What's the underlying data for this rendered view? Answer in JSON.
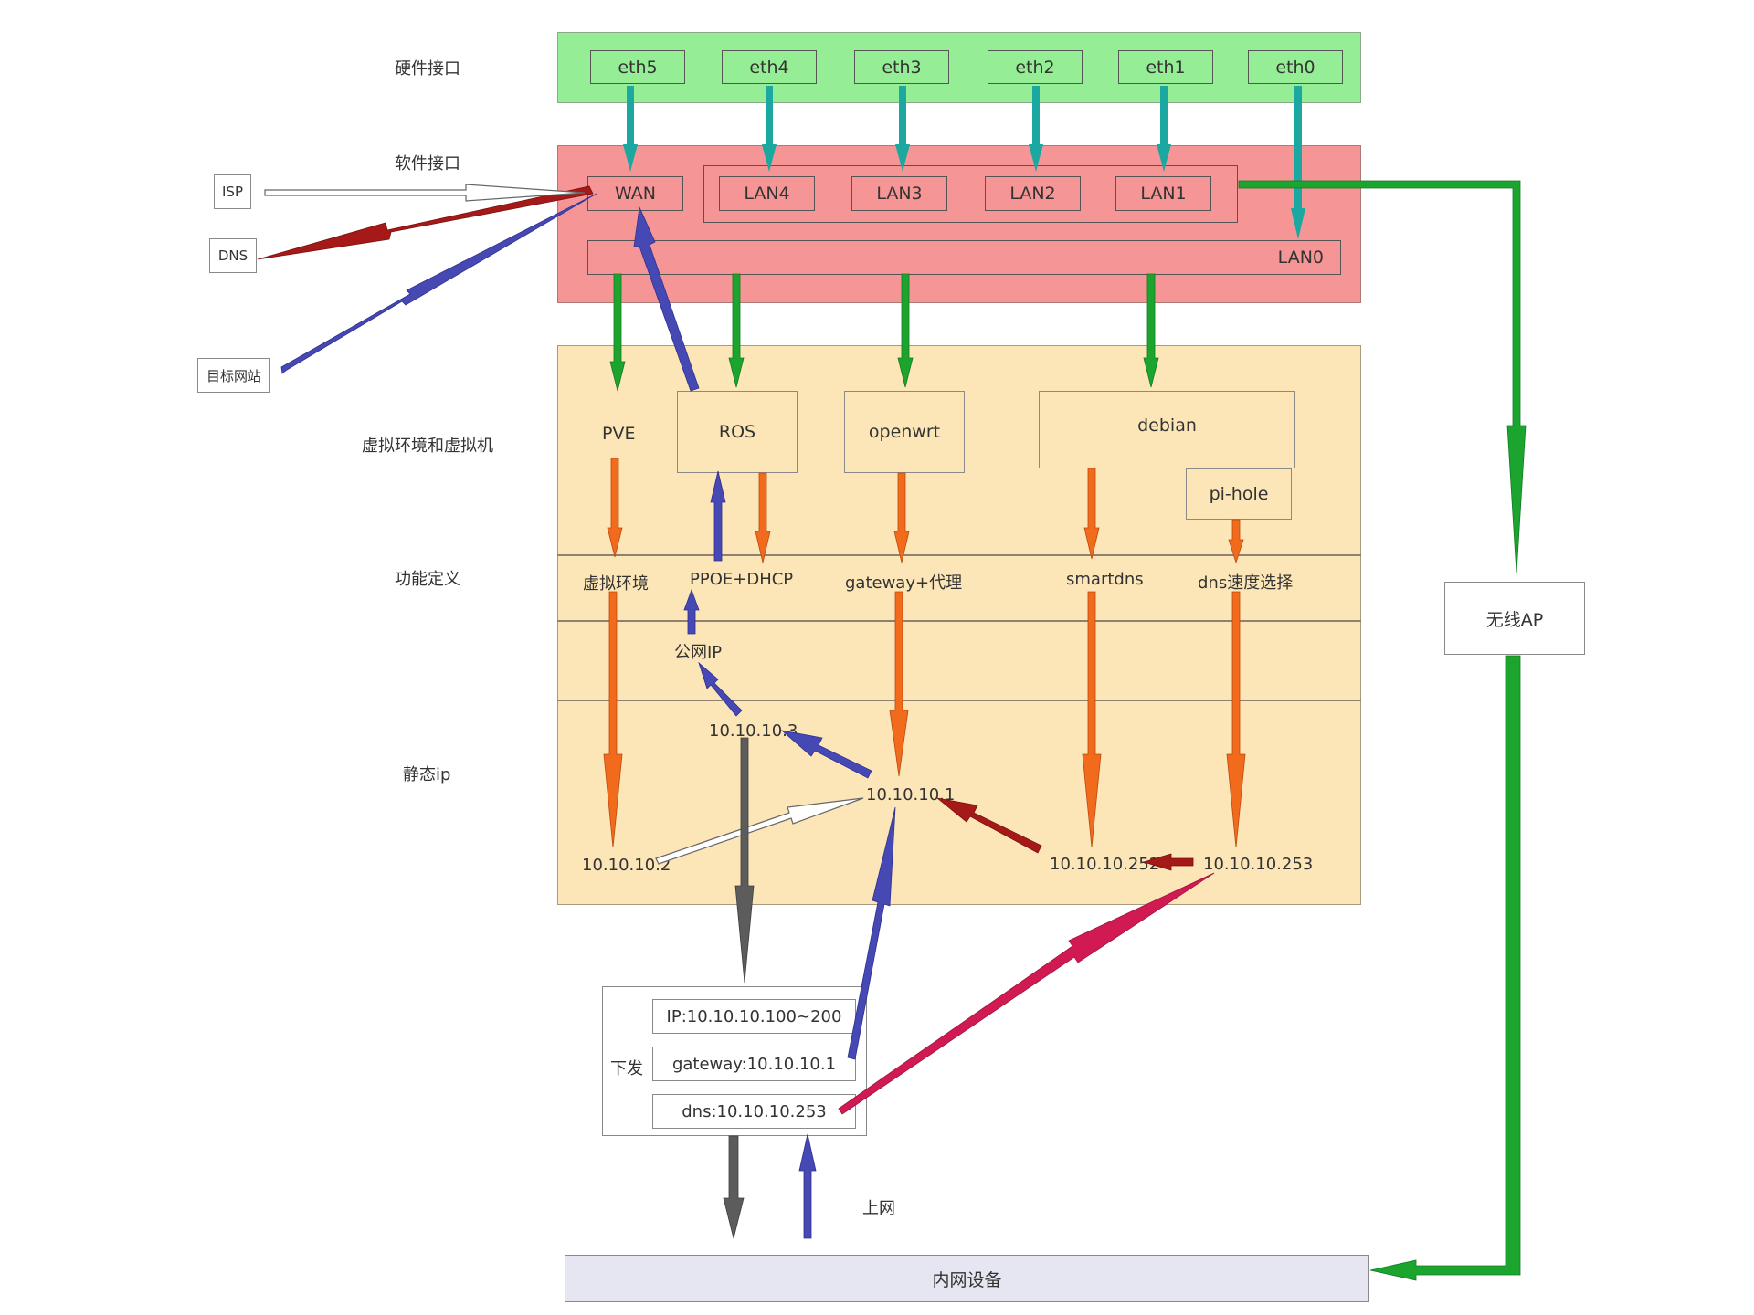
{
  "colors": {
    "hardware_bg": "#95ee95",
    "software_bg": "#f59595",
    "vm_bg": "#fce6b8",
    "lan_device_bg": "#e6e6f2",
    "teal_arrow": "#1aa8a0",
    "green_arrow": "#1ca52e",
    "orange_arrow": "#f26a1b",
    "blue_arrow": "#4649b3",
    "red_arrow": "#a51919",
    "gray_arrow": "#5c5c5c",
    "crimson_arrow": "#d11a52"
  },
  "row_labels": {
    "hardware": "硬件接口",
    "software": "软件接口",
    "vm": "虚拟环境和虚拟机",
    "function": "功能定义",
    "static_ip": "静态ip"
  },
  "external": {
    "isp": "ISP",
    "dns": "DNS",
    "target": "目标网站"
  },
  "hardware_ports": [
    "eth5",
    "eth4",
    "eth3",
    "eth2",
    "eth1",
    "eth0"
  ],
  "software_ports": {
    "wan": "WAN",
    "lan4": "LAN4",
    "lan3": "LAN3",
    "lan2": "LAN2",
    "lan1": "LAN1",
    "lan0": "LAN0"
  },
  "vms": {
    "pve": "PVE",
    "ros": "ROS",
    "openwrt": "openwrt",
    "debian": "debian",
    "pihole": "pi-hole"
  },
  "functions": {
    "virt": "虚拟环境",
    "ppoe": "PPOE+DHCP",
    "gateway": "gateway+代理",
    "smartdns": "smartdns",
    "dnsspeed": "dns速度选择",
    "public_ip": "公网IP"
  },
  "ips": {
    "ros": "10.10.10.3",
    "openwrt": "10.10.10.1",
    "pve": "10.10.10.2",
    "smartdns": "10.10.10.252",
    "pihole": "10.10.10.253"
  },
  "dhcp": {
    "label": "下发",
    "ip": "IP:10.10.10.100~200",
    "gateway": "gateway:10.10.10.1",
    "dns": "dns:10.10.10.253"
  },
  "internet_label": "上网",
  "wireless_ap": "无线AP",
  "lan_devices": "内网设备"
}
